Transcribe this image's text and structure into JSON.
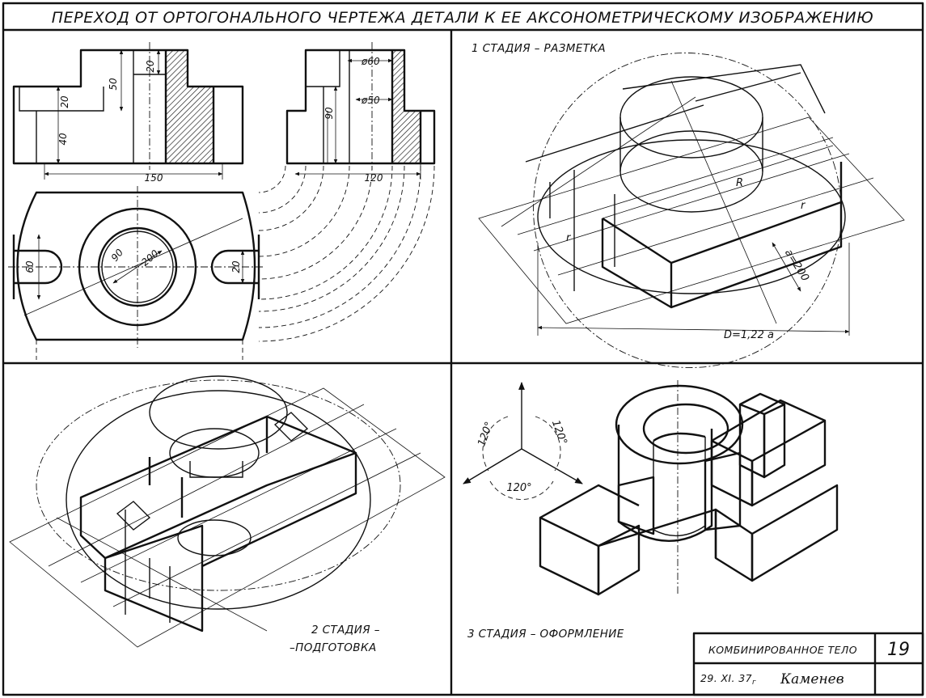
{
  "sheet": {
    "title": "ПЕРЕХОД ОТ ОРТОГОНАЛЬНОГО ЧЕРТЕЖА ДЕТАЛИ К ЕЕ АКСОНОМЕТРИЧЕСКОМУ ИЗОБРАЖЕНИЮ"
  },
  "orthographic": {
    "dims": {
      "d20_top": "20",
      "d50": "50",
      "d20_left": "20",
      "d40": "40",
      "d150": "150",
      "phi60": "ø60",
      "phi50": "ø50",
      "d90_front": "90",
      "d120": "120",
      "d60": "60",
      "d90_plan": "90",
      "d200": "200",
      "d20_slot": "20"
    }
  },
  "stage1": {
    "label": "1 СТАДИЯ – РАЗМЕТКА",
    "r_big": "R",
    "r_small_right": "r",
    "r_small_left": "r",
    "a_label": "a=200",
    "d_label": "D=1,22 a"
  },
  "stage2": {
    "label_line1": "2 СТАДИЯ –",
    "label_line2": "–ПОДГОТОВКА"
  },
  "stage3": {
    "label": "3 СТАДИЯ – ОФОРМЛЕНИЕ",
    "angle_left": "120°",
    "angle_right": "120°",
    "angle_bottom": "120°"
  },
  "title_block": {
    "name": "КОМБИНИРОВАННОЕ ТЕЛО",
    "sheet_number": "19",
    "date": "29. XI. 37",
    "date_sub": "г",
    "signature": "Каменев"
  }
}
